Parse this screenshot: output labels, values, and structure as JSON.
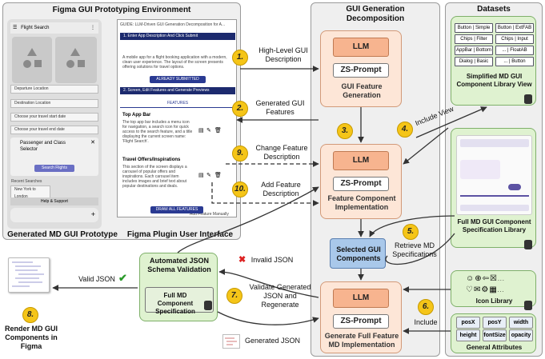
{
  "panels": {
    "figma_env": "Figma GUI Prototyping Environment",
    "decomp": "GUI Generation Decomposition",
    "datasets": "Datasets",
    "generated_proto": "Generated MD GUI Prototype",
    "plugin_ui": "Figma Plugin User Interface"
  },
  "models": {
    "llm": "LLM",
    "prompt": "ZS-Prompt"
  },
  "stages": {
    "feature_gen": "GUI Feature Generation",
    "component_impl": "Feature Component Implementation",
    "full_impl": "Generate Full Feature MD Implementation",
    "selected": "Selected GUI Components",
    "validation": "Automated JSON Schema Validation",
    "full_spec": "Full MD Component Specification"
  },
  "steps": {
    "s1": {
      "num": "1.",
      "label": "High-Level GUI Description"
    },
    "s2": {
      "num": "2.",
      "label": "Generated GUI Features"
    },
    "s3": {
      "num": "3."
    },
    "s4": {
      "num": "4.",
      "label": "Include View"
    },
    "s5": {
      "num": "5.",
      "label": "Retrieve MD Specifications"
    },
    "s6": {
      "num": "6.",
      "label": "Include"
    },
    "s7": {
      "num": "7.",
      "label": "Validate Generated JSON and Regenerate"
    },
    "s8": {
      "num": "8.",
      "label": "Render MD GUI Components in Figma"
    },
    "s9": {
      "num": "9.",
      "label": "Change Feature Description"
    },
    "s10": {
      "num": "10.",
      "label": "Add Feature Description"
    }
  },
  "json": {
    "invalid": "Invalid JSON",
    "valid": "Valid JSON",
    "generated": "Generated JSON"
  },
  "datasets": {
    "simplified": "Simplified MD GUI Component Library View",
    "full_lib": "Full MD GUI Component Specification Library",
    "icons": "Icon Library",
    "attrs": "General Attributes",
    "chips": [
      "Button | Simple",
      "Button | ExtFAB",
      "Chips | Filter",
      "Chips | Input",
      "AppBar | Bottom",
      "... | FloatAB",
      "Dialog | Basic",
      "... | Button"
    ],
    "attr_names": [
      "posX",
      "posY",
      "width",
      "height",
      "fontSize",
      "opacity"
    ],
    "ellipsis": "..."
  },
  "phone": {
    "title": "Flight Search",
    "dep": "Departure Location",
    "dest": "Destination Location",
    "travel_start": "Choose your travel start date",
    "travel_end": "Choose your travel end date",
    "class_sel": "Passenger and Class Selector",
    "search_btn": "Search Flights",
    "recent": "Recent Searches",
    "recent_item": "New York to London",
    "help": "Help & Support"
  },
  "plugin": {
    "header": "GUIDE: LLM-Driven GUI Generation Decomposition for A...",
    "sec1": "1. Enter App Description And Click Submit",
    "desc": "A mobile app for a flight booking application with a modern, clean user experience. The layout of the screen presents offering solutions for travel options.",
    "submitted": "ALREADY SUBMITTED",
    "sec2": "2. Screen, Edit Features and Generate Previews",
    "features_tab": "FEATURES",
    "f1_title": "Top App Bar",
    "f1_desc": "The top app bar includes a menu icon for navigation, a search icon for quick access to the search feature, and a title displaying the current screen name: 'Flight Search'.",
    "f2_title": "Travel Offers/Inspirations",
    "f2_desc": "This section of the screen displays a carousel of popular offers and inspirations. Each carousel item includes images and brief text about popular destinations and deals.",
    "add_manual": "Add Feature Manually",
    "draw_all": "DRAW ALL FEATURES"
  }
}
